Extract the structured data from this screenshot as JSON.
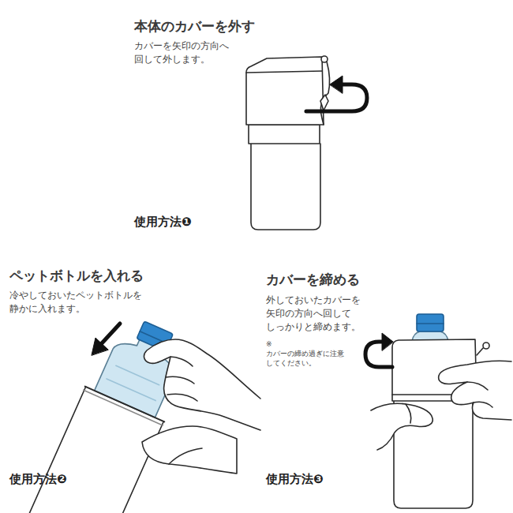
{
  "diagram": {
    "labels": [
      "本体のカバーを外す",
      "カバーを矢印の方向へ 回して外します。",
      "使用方法❶",
      "ペットボトルを入れる",
      "冷やしておいたペットボトルを 静かに入れます。",
      "使用方法❷",
      "カバーを締める",
      "外しておいたカバーを 矢印の方向へ回して しっかりと締めます。",
      "※カバーの締め過ぎに注意 してください。",
      "使用方法❸"
    ]
  }
}
